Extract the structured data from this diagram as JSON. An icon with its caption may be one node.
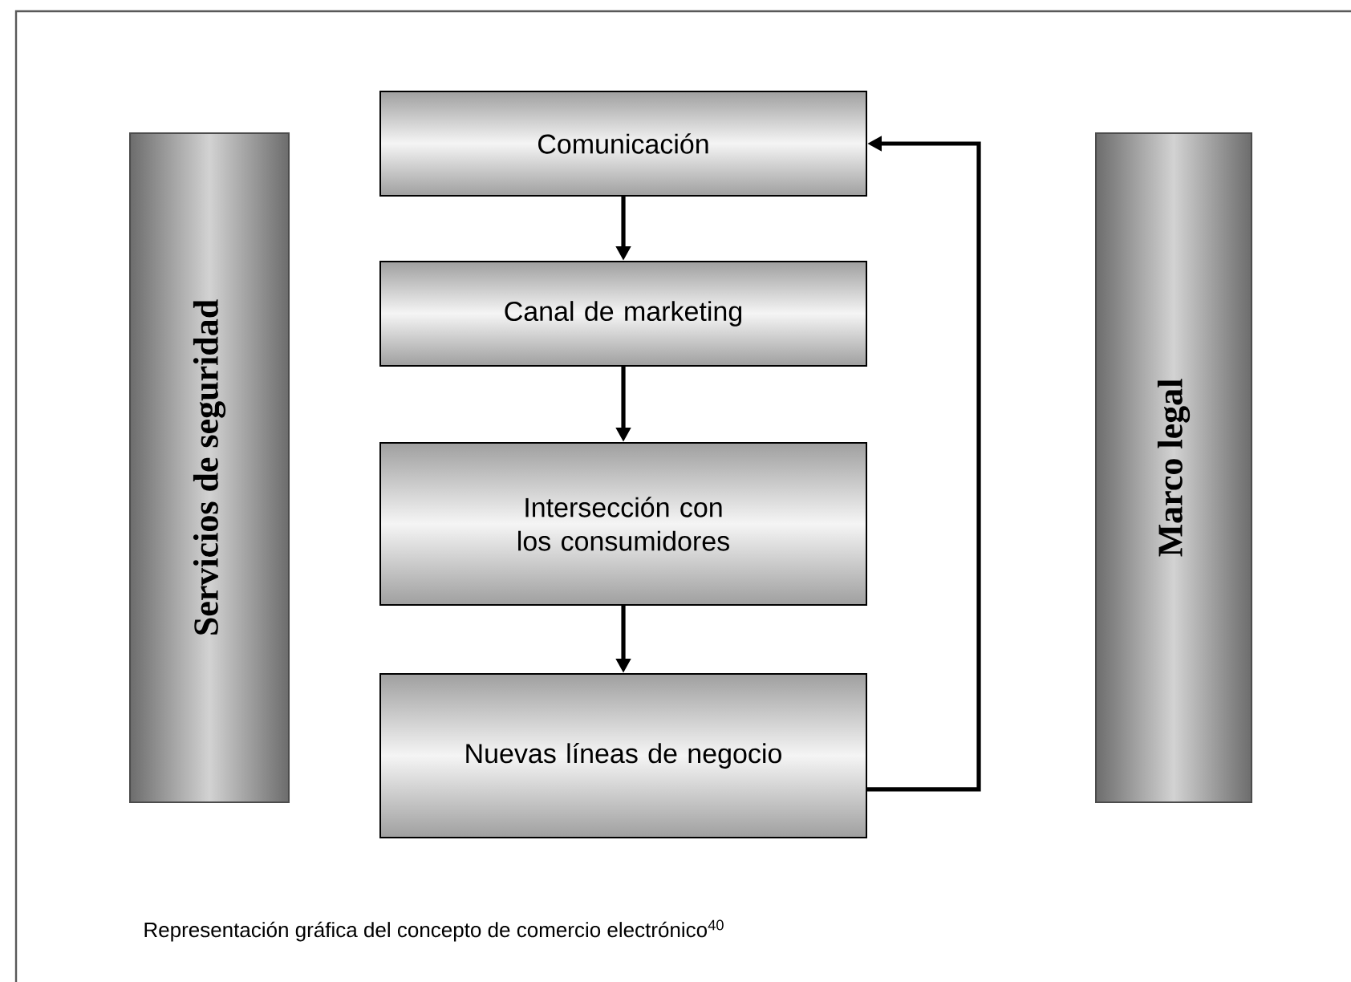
{
  "diagram": {
    "caption": "Representación gráfica del concepto de comercio electrónico$^{40}$",
    "nodes": [
      {
        "text": [
          "Servicios de seguridad"
        ]
      },
      {
        "text": [
          "Comunicación"
        ]
      },
      {
        "text": [
          "Canal de marketing"
        ]
      },
      {
        "text": [
          "Intersección con los consumidores"
        ]
      },
      {
        "text": [
          "Nuevas líneas de negocio"
        ]
      },
      {
        "text": [
          "Marco legal"
        ]
      }
    ],
    "edges": [
      {
        "from": 1,
        "to": 2,
        "arrow": "to"
      },
      {
        "from": 2,
        "to": 3,
        "arrow": "to"
      },
      {
        "from": 3,
        "to": 4,
        "arrow": "to"
      },
      {
        "from": 4,
        "to": 1,
        "arrow": "to"
      }
    ]
  }
}
